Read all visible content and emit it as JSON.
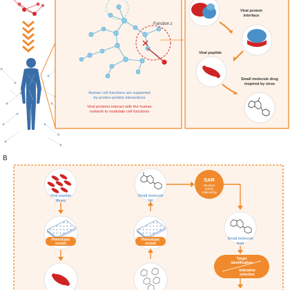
{
  "panel_a": {
    "function_label": "Function z",
    "blue_caption": [
      "Human cell functions are supported",
      "by protein-protein interactions"
    ],
    "red_caption": [
      "Viral proteins interact with the human",
      "network to modulate cell functions"
    ],
    "interface_label": [
      "Viral protein",
      "interface"
    ],
    "peptide_label": "Viral peptide",
    "drug_label": [
      "Small molecule drug",
      "inspired by virus"
    ]
  },
  "panel_b": {
    "letter": "B",
    "library_label": [
      "Viral peptide",
      "library"
    ],
    "screen_label_1": [
      "Phenotypic",
      "screen"
    ],
    "hit_label": [
      "Small molecule",
      "hit"
    ],
    "screen_label_2": [
      "Phenotypic",
      "screen"
    ],
    "sar_title": "SAR",
    "sar_sub": [
      "structure",
      "activity",
      "relationship"
    ],
    "lead_label": [
      "Small molecule",
      "lead"
    ],
    "target_label": [
      "Target",
      "identification"
    ],
    "indication_label": [
      "Indication",
      "selection"
    ]
  },
  "colors": {
    "orange": "#f08a2c",
    "blue": "#3d7cc0",
    "red": "#d42a2a",
    "panel_bg": "#fdf3ea",
    "node": "#8ecbe6"
  }
}
